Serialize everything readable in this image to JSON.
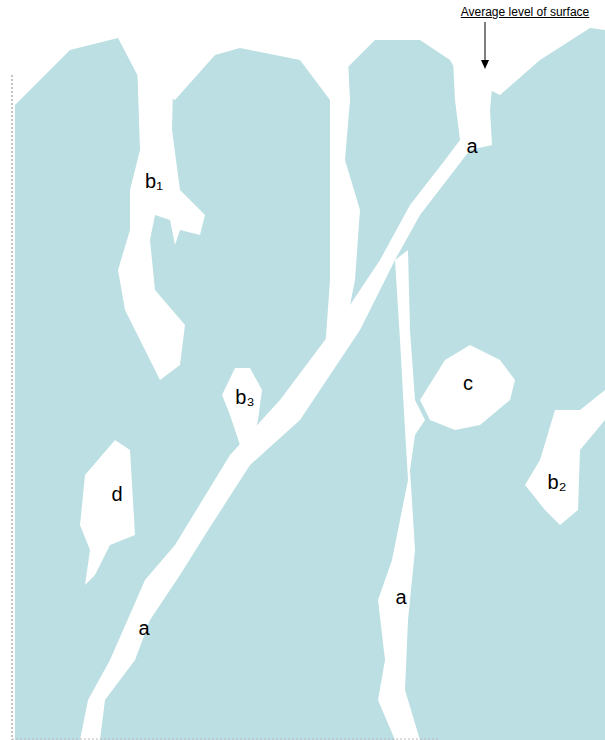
{
  "diagram": {
    "labels": [
      "Average level of surface",
      "a",
      "b₁",
      "c",
      "b₃",
      "d",
      "b₂",
      "a",
      "a"
    ]
  }
}
